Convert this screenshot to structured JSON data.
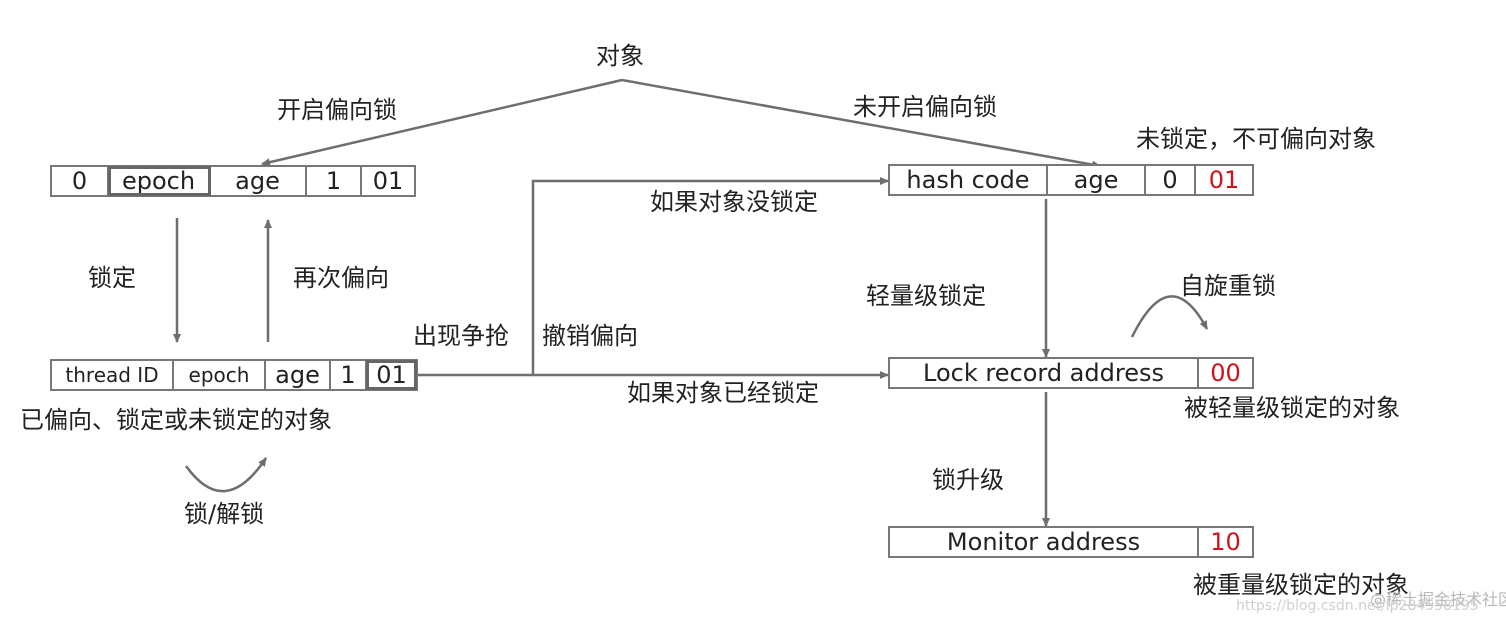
{
  "labels": {
    "root": "对象",
    "biased_enabled": "开启偏向锁",
    "biased_disabled": "未开启偏向锁",
    "unlocked_nonbiasable": "未锁定，不可偏向对象",
    "lock": "锁定",
    "rebias": "再次偏向",
    "contention": "出现争抢",
    "revoke_bias": "撤销偏向",
    "if_not_locked": "如果对象没锁定",
    "if_already_locked": "如果对象已经锁定",
    "lightweight_locking": "轻量级锁定",
    "spin_relock": "自旋重锁",
    "lightweight_locked_obj": "被轻量级锁定的对象",
    "lock_upgrade": "锁升级",
    "heavyweight_locked_obj": "被重量级锁定的对象",
    "biased_state_desc": "已偏向、锁定或未锁定的对象",
    "lock_unlock": "锁/解锁"
  },
  "rows": {
    "biasable": [
      "0",
      "epoch",
      "age",
      "1",
      "01"
    ],
    "biased": [
      "thread ID",
      "epoch",
      "age",
      "1",
      "01"
    ],
    "unlocked": [
      "hash code",
      "age",
      "0",
      "01"
    ],
    "lightweight": [
      "Lock record address",
      "00"
    ],
    "heavyweight": [
      "Monitor address",
      "10"
    ]
  },
  "watermark": {
    "line1": "@稀土掘金技术社区",
    "line2": "https://blog.csdn.net/lp284558195"
  },
  "colors": {
    "line": "#6e6e6e",
    "border": "#777777",
    "lock_bits_highlight": "#d0121b",
    "text": "#222222"
  }
}
